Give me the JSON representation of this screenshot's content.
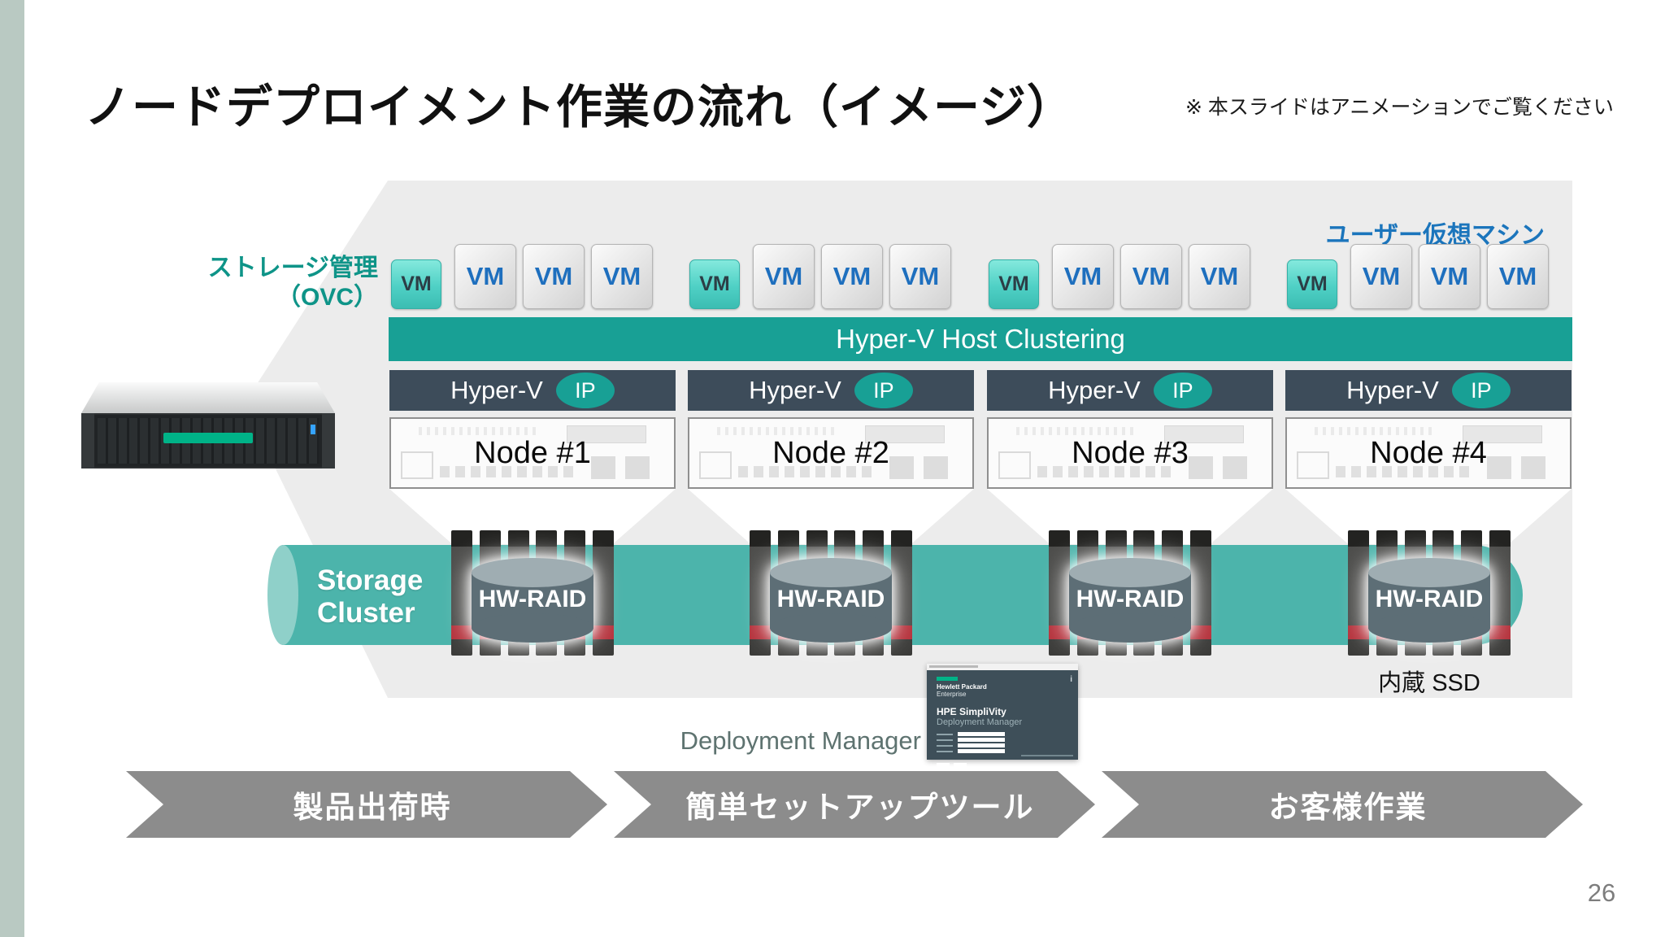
{
  "slide": {
    "title": "ノードデプロイメント作業の流れ（イメージ）",
    "note": "※ 本スライドはアニメーションでご覧ください",
    "page_number": "26"
  },
  "labels": {
    "storage_mgmt": [
      "ストレージ管理",
      "（OVC）"
    ],
    "user_vm": "ユーザー仮想マシン",
    "storage_cluster": [
      "Storage",
      "Cluster"
    ],
    "internal_ssd": "内蔵 SSD",
    "deployment_manager": "Deployment Manager"
  },
  "cluster_bar": {
    "label": "Hyper-V Host Clustering"
  },
  "nodes": [
    {
      "name": "Node #1",
      "hypervisor": "Hyper-V",
      "ip_badge": "IP",
      "raid": "HW-RAID",
      "ovc_vm": "VM",
      "user_vms": [
        "VM",
        "VM",
        "VM"
      ]
    },
    {
      "name": "Node #2",
      "hypervisor": "Hyper-V",
      "ip_badge": "IP",
      "raid": "HW-RAID",
      "ovc_vm": "VM",
      "user_vms": [
        "VM",
        "VM",
        "VM"
      ]
    },
    {
      "name": "Node #3",
      "hypervisor": "Hyper-V",
      "ip_badge": "IP",
      "raid": "HW-RAID",
      "ovc_vm": "VM",
      "user_vms": [
        "VM",
        "VM",
        "VM"
      ]
    },
    {
      "name": "Node #4",
      "hypervisor": "Hyper-V",
      "ip_badge": "IP",
      "raid": "HW-RAID",
      "ovc_vm": "VM",
      "user_vms": [
        "VM",
        "VM",
        "VM"
      ]
    }
  ],
  "deployment_window": {
    "brand": [
      "Hewlett Packard",
      "Enterprise"
    ],
    "product": "HPE SimpliVity",
    "subtitle": "Deployment Manager",
    "info_icon": "i"
  },
  "process_steps": [
    "製品出荷時",
    "簡単セットアップツール",
    "お客様作業"
  ],
  "colors": {
    "teal": "#18a095",
    "teal-pipe": "#4cb4ab",
    "teal-pipe-cap": "#8fd0c9",
    "slate": "#3d4c5a",
    "vm-blue": "#1e6fbe",
    "label-teal": "#0e9488",
    "label-blue": "#1b75bc",
    "chevron-gray": "#8c8c8c",
    "backdrop-gray": "#ececec",
    "sidebar-sage": "#b9c9c2",
    "raid-body": "#5d6e76",
    "raid-top": "#9fadb2",
    "hpe-green": "#00b388",
    "ssd-red": "#b5323c"
  }
}
